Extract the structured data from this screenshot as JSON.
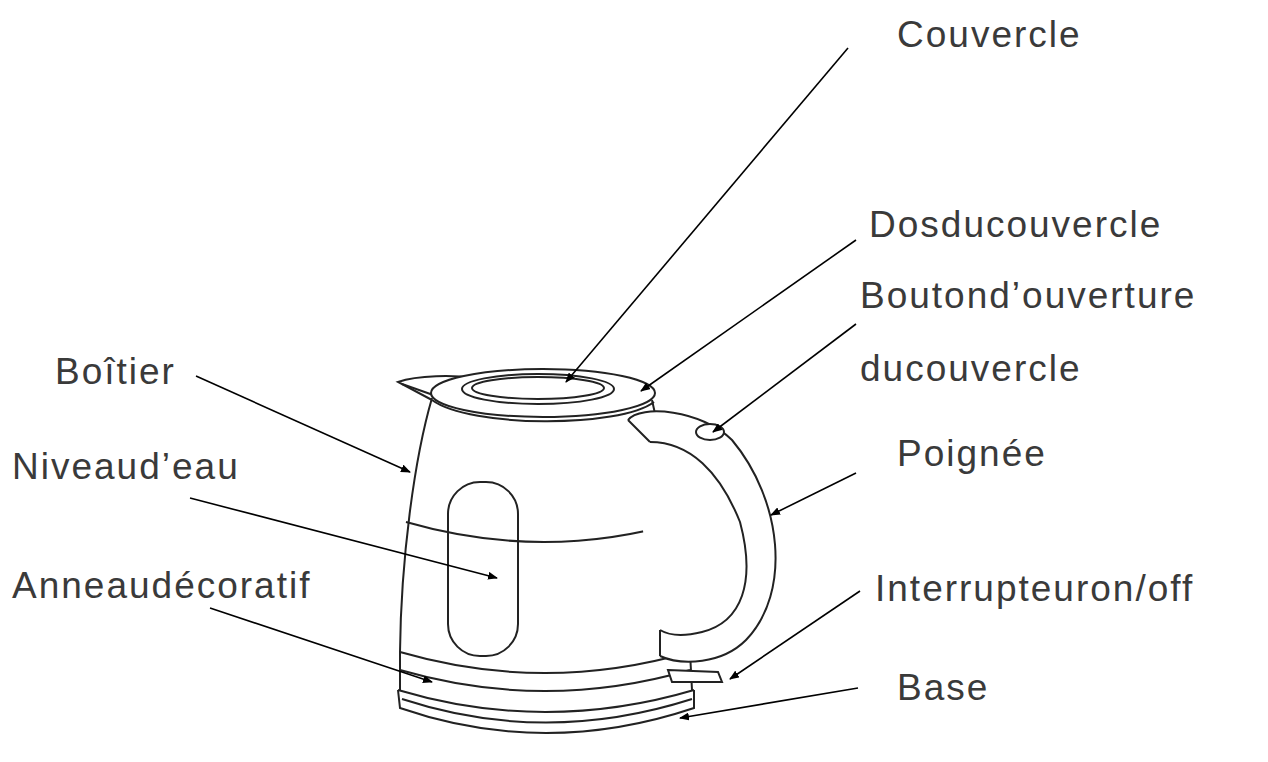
{
  "diagram": {
    "labels": [
      "Couvercle",
      "Dosducouvercle",
      "Boutond’ouverture ducouvercle",
      "Poignée",
      "Interrupteuron/off",
      "Base",
      "Boîtier",
      "Niveaud’eau",
      "Anneaudécoratif"
    ]
  }
}
